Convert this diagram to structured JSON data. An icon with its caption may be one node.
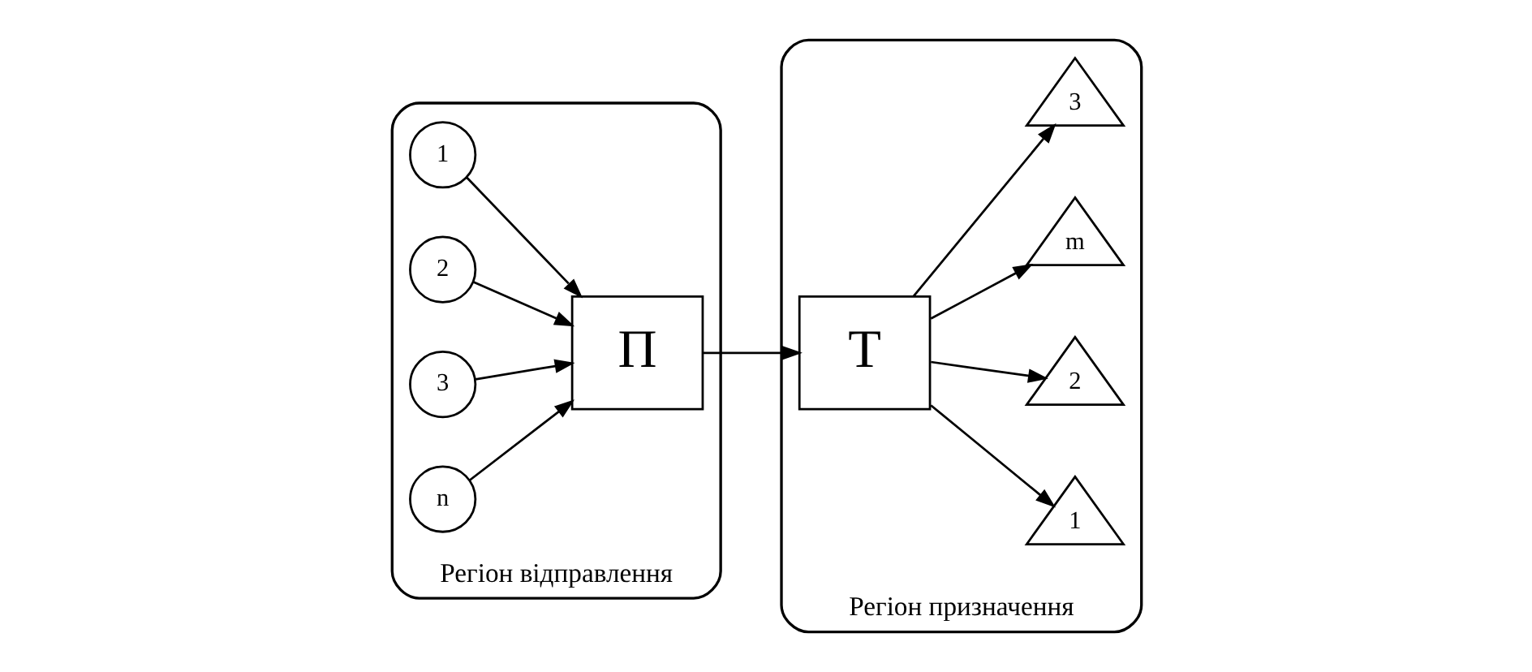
{
  "diagram": {
    "nodes": [
      {
        "text": [
          "Регіон відправлення"
        ]
      },
      {
        "text": [
          "1"
        ],
        "in": 0
      },
      {
        "text": [
          "2"
        ],
        "in": 0
      },
      {
        "text": [
          "3"
        ],
        "in": 0
      },
      {
        "text": [
          "n"
        ],
        "in": 0
      },
      {
        "text": [
          "П"
        ],
        "in": 0
      },
      {
        "text": [
          "Регіон призначення"
        ]
      },
      {
        "text": [
          "T"
        ],
        "in": 6
      },
      {
        "text": [
          "1"
        ],
        "in": 6
      },
      {
        "text": [
          "2"
        ],
        "in": 6
      },
      {
        "text": [
          "m"
        ],
        "in": 6
      },
      {
        "text": [
          "3"
        ],
        "in": 6
      }
    ],
    "edges": [
      {
        "from": 1,
        "to": 5,
        "arrow": "to"
      },
      {
        "from": 2,
        "to": 5,
        "arrow": "to"
      },
      {
        "from": 3,
        "to": 5,
        "arrow": "to"
      },
      {
        "from": 4,
        "to": 5,
        "arrow": "to"
      },
      {
        "from": 5,
        "to": 7,
        "arrow": "to"
      },
      {
        "from": 7,
        "to": 8,
        "arrow": "to"
      },
      {
        "from": 7,
        "to": 9,
        "arrow": "to"
      },
      {
        "from": 7,
        "to": 10,
        "arrow": "to"
      },
      {
        "from": 7,
        "to": 11,
        "arrow": "to"
      }
    ]
  }
}
